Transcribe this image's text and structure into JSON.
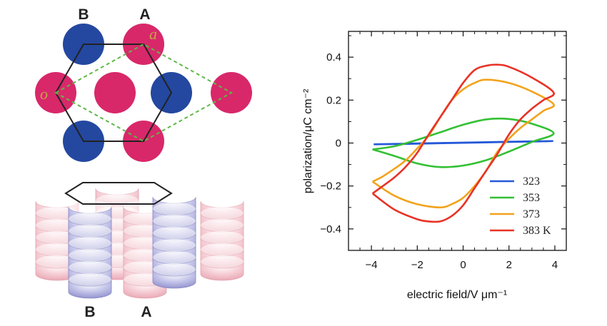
{
  "structure_panel": {
    "top_labels": [
      "B",
      "A"
    ],
    "bottom_labels": [
      "B",
      "A"
    ],
    "point_labels": {
      "a": "a",
      "o": "o"
    },
    "colors": {
      "A": "#d8286a",
      "B": "#2448a0",
      "hexagon": "#222222",
      "cell": "#5fb848"
    }
  },
  "chart_data": {
    "type": "line",
    "xlabel": "electric field/V μm⁻¹",
    "ylabel": "polarization/μC cm⁻²",
    "xlim": [
      -5,
      4.5
    ],
    "ylim": [
      -0.5,
      0.52
    ],
    "xticks": [
      -4,
      -2,
      0,
      2,
      4
    ],
    "xtick_labels": [
      "−4",
      "−2",
      "0",
      "2",
      "4"
    ],
    "yticks": [
      -0.4,
      -0.2,
      0,
      0.2,
      0.4
    ],
    "ytick_labels": [
      "−0.4",
      "−0.2",
      "0",
      "0.2",
      "0.4"
    ],
    "grid": false,
    "legend_position": "bottom-right",
    "series": [
      {
        "name": "323",
        "color": "#2458d8",
        "x": [
          -3.9,
          -2,
          0,
          2,
          3.9,
          2,
          0,
          -2,
          -3.9
        ],
        "y": [
          -0.006,
          -0.003,
          0.001,
          0.005,
          0.009,
          0.006,
          0.002,
          -0.002,
          -0.006
        ]
      },
      {
        "name": "353",
        "color": "#33c033",
        "x": [
          -3.95,
          -3,
          -2,
          -1,
          0,
          1,
          2,
          3,
          3.95,
          3,
          2,
          1,
          0,
          -1,
          -2,
          -3,
          -3.95
        ],
        "y": [
          -0.03,
          -0.015,
          0.015,
          0.05,
          0.085,
          0.11,
          0.112,
          0.09,
          0.045,
          0.005,
          -0.04,
          -0.08,
          -0.105,
          -0.112,
          -0.095,
          -0.06,
          -0.03
        ]
      },
      {
        "name": "373",
        "color": "#f2a31c",
        "x": [
          -3.95,
          -3.5,
          -3,
          -2.5,
          -2,
          -1.5,
          -1,
          -0.5,
          0,
          0.5,
          1,
          2,
          3,
          3.95,
          3.5,
          3,
          2.5,
          2,
          1.5,
          1,
          0.5,
          0,
          -0.5,
          -1,
          -2,
          -3,
          -3.95
        ],
        "y": [
          -0.18,
          -0.155,
          -0.12,
          -0.08,
          -0.025,
          0.035,
          0.12,
          0.2,
          0.25,
          0.28,
          0.295,
          0.28,
          0.24,
          0.18,
          0.15,
          0.11,
          0.07,
          0.02,
          -0.04,
          -0.13,
          -0.2,
          -0.255,
          -0.285,
          -0.3,
          -0.285,
          -0.245,
          -0.18
        ]
      },
      {
        "name": "383 K",
        "color": "#e83227",
        "x": [
          -3.95,
          -3.5,
          -3,
          -2.5,
          -2,
          -1.5,
          -1,
          -0.5,
          0,
          0.5,
          1,
          1.5,
          2,
          3,
          3.95,
          3.5,
          3,
          2.5,
          2,
          1.5,
          1,
          0.5,
          0,
          -0.5,
          -1,
          -1.5,
          -2,
          -3,
          -3.95
        ],
        "y": [
          -0.235,
          -0.2,
          -0.16,
          -0.11,
          -0.045,
          0.04,
          0.12,
          0.2,
          0.28,
          0.34,
          0.36,
          0.365,
          0.355,
          0.305,
          0.235,
          0.2,
          0.16,
          0.11,
          0.04,
          -0.05,
          -0.13,
          -0.21,
          -0.29,
          -0.34,
          -0.365,
          -0.365,
          -0.355,
          -0.31,
          -0.235
        ]
      }
    ]
  }
}
